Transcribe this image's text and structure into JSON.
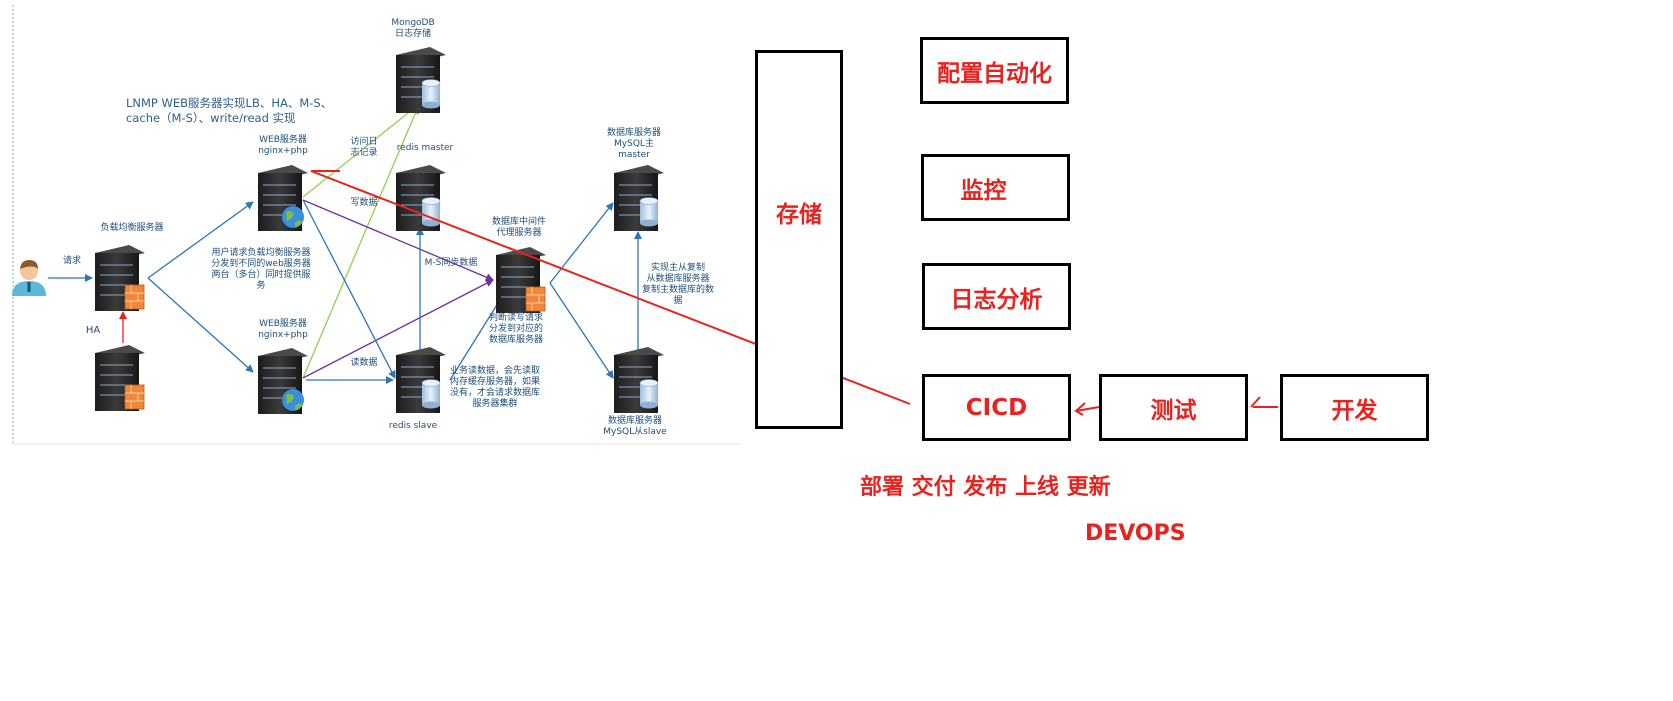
{
  "diagram": {
    "title": "LNMP WEB服务器实现LB、HA、M-S、\n  cache（M-S）、write/read 实现",
    "nodes": {
      "user": {
        "label": ""
      },
      "lb": {
        "label": "负载均衡服务器",
        "icon": "server-firewall-icon"
      },
      "ha": {
        "label": "HA",
        "icon": "server-firewall-icon"
      },
      "web1": {
        "label": "WEB服务器\nnginx+php",
        "icon": "server-globe-icon"
      },
      "web2": {
        "label": "WEB服务器\nnginx+php",
        "icon": "server-globe-icon"
      },
      "mongo": {
        "label": "MongoDB\n日志存储",
        "icon": "server-db-icon"
      },
      "redis_master": {
        "label": "redis  master",
        "icon": "server-db-icon"
      },
      "redis_slave": {
        "label": "redis  slave",
        "icon": "server-db-icon"
      },
      "proxy": {
        "label": "数据库中间件\n代理服务器",
        "icon": "server-firewall-icon"
      },
      "mysql_master": {
        "label": "数据库服务器\nMySQL主\nmaster",
        "icon": "server-db-icon"
      },
      "mysql_slave": {
        "label": "数据库服务器\nMySQL从slave",
        "icon": "server-db-icon"
      }
    },
    "edge_labels": {
      "request": "请求",
      "log_access": "访问日\n志记录",
      "write_data": "写数据",
      "ms_sync": "M-S同步数据",
      "read_data": "读数据",
      "lb_note": "用户请求负载均衡服务器\n分发到不同的web服务器\n两台（多台）同时提供服务",
      "proxy_note": "判断读写请求\n分发到对应的\n数据库服务器",
      "cache_note": "业务读数据，会先读取\n内存缓存服务器，如果\n没有，才会请求数据库\n服务器集群",
      "mysql_note": "实现主从复制\n从数据库服务器\n复制主数据库的数据"
    }
  },
  "annotations": {
    "storage": "存储",
    "config_automation": "配置自动化",
    "monitoring": "监控",
    "log_analysis": "日志分析",
    "cicd": "CICD",
    "testing": "测试",
    "development": "开发",
    "deploy_line": "部署 交付 发布 上线  更新",
    "devops": "DEVOPS"
  },
  "colors": {
    "annotation_red": "#e8231f",
    "edge_blue": "#2e75b6",
    "edge_green": "#92d050",
    "edge_purple": "#7030a0",
    "edge_red": "#e8231f",
    "label_blue": "#1f4e79"
  }
}
